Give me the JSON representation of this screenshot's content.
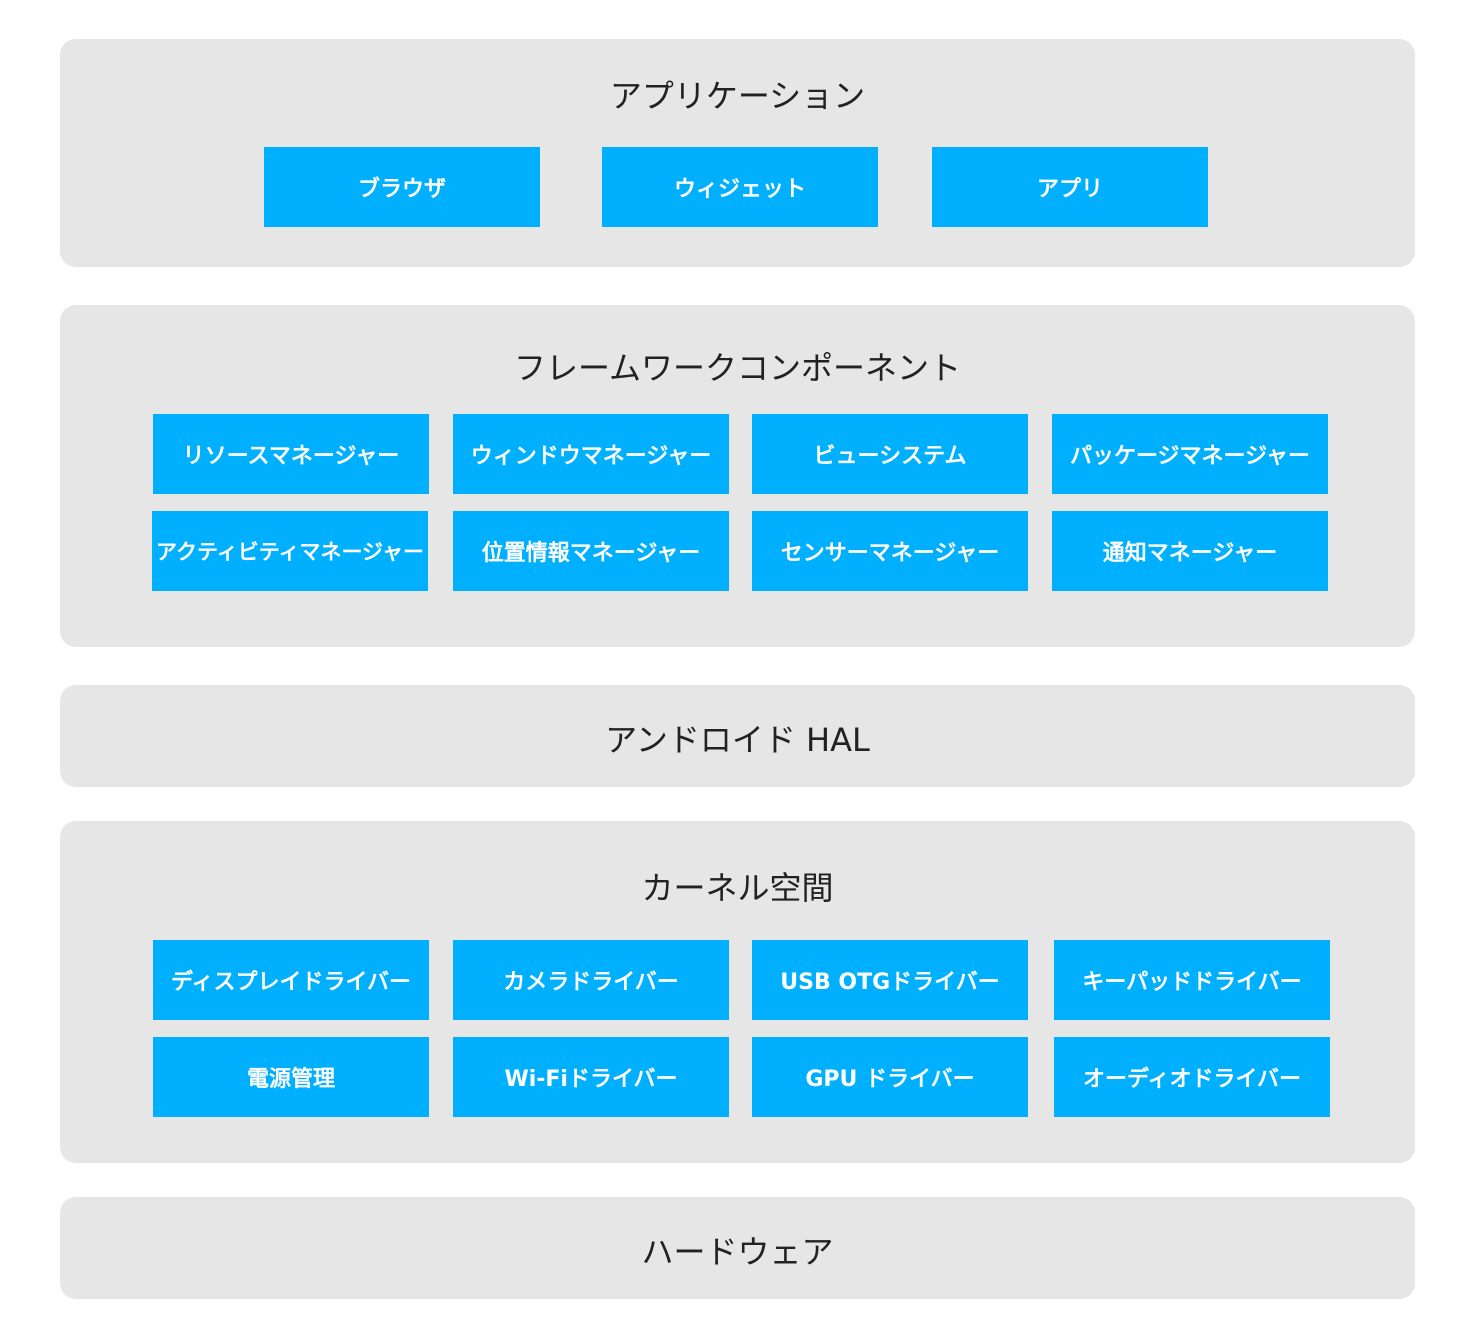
{
  "colors": {
    "layer_bg": "#e6e6e6",
    "component_bg": "#00b0ff",
    "component_text": "#ffffff",
    "title_text": "#222222"
  },
  "layers": {
    "application": {
      "title": "アプリケーション",
      "components": [
        "ブラウザ",
        "ウィジェット",
        "アプリ"
      ]
    },
    "framework": {
      "title": "フレームワークコンポーネント",
      "components": [
        "リソースマネージャー",
        "ウィンドウマネージャー",
        "ビューシステム",
        "パッケージマネージャー",
        "アクティビティマネージャー",
        "位置情報マネージャー",
        "センサーマネージャー",
        "通知マネージャー"
      ]
    },
    "hal": {
      "title": "アンドロイド HAL"
    },
    "kernel": {
      "title": "カーネル空間",
      "components": [
        "ディスプレイドライバー",
        "カメラドライバー",
        "USB OTGドライバー",
        "キーパッドドライバー",
        "電源管理",
        "Wi-Fiドライバー",
        "GPU ドライバー",
        "オーディオドライバー"
      ]
    },
    "hardware": {
      "title": "ハードウェア"
    }
  }
}
